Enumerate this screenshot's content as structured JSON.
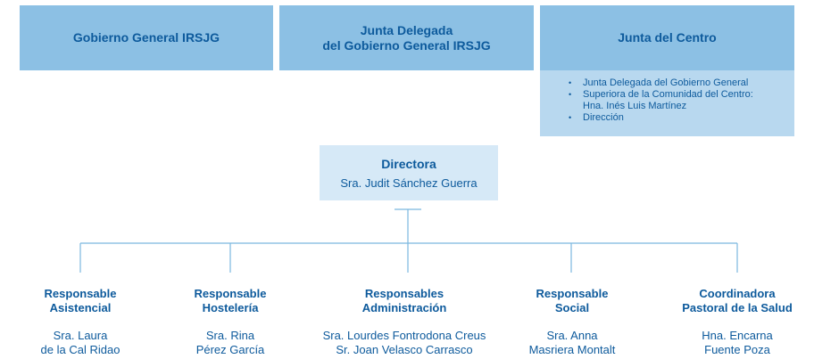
{
  "top_boxes": {
    "gobierno": "Gobierno General IRSJG",
    "junta_delegada_line1": "Junta Delegada",
    "junta_delegada_line2": "del Gobierno General IRSJG",
    "junta_centro": "Junta del Centro"
  },
  "junta_centro_items": [
    "Junta Delegada del Gobierno General",
    "Superiora de la Comunidad del Centro:",
    "Hna. Inés Luis Martínez",
    "Dirección"
  ],
  "directora": {
    "title": "Directora",
    "name": "Sra. Judit Sánchez Guerra"
  },
  "responsables": [
    {
      "role_1": "Responsable",
      "role_2": "Asistencial",
      "person_1": "Sra. Laura",
      "person_2": "de la Cal Ridao"
    },
    {
      "role_1": "Responsable",
      "role_2": "Hostelería",
      "person_1": "Sra. Rina",
      "person_2": "Pérez García"
    },
    {
      "role_1": "Responsables",
      "role_2": "Administración",
      "person_1": "Sra. Lourdes Fontrodona Creus",
      "person_2": "Sr. Joan Velasco Carrasco"
    },
    {
      "role_1": "Responsable",
      "role_2": "Social",
      "person_1": "Sra. Anna",
      "person_2": "Masriera Montalt"
    },
    {
      "role_1": "Coordinadora",
      "role_2": "Pastoral de la Salud",
      "person_1": "Hna. Encarna",
      "person_2": "Fuente Poza"
    }
  ],
  "colors": {
    "box_dark": "#8cc0e4",
    "box_light": "#b8d8ef",
    "box_directora": "#d6e9f7",
    "text": "#0d5a9c",
    "line": "#7ab8df"
  }
}
